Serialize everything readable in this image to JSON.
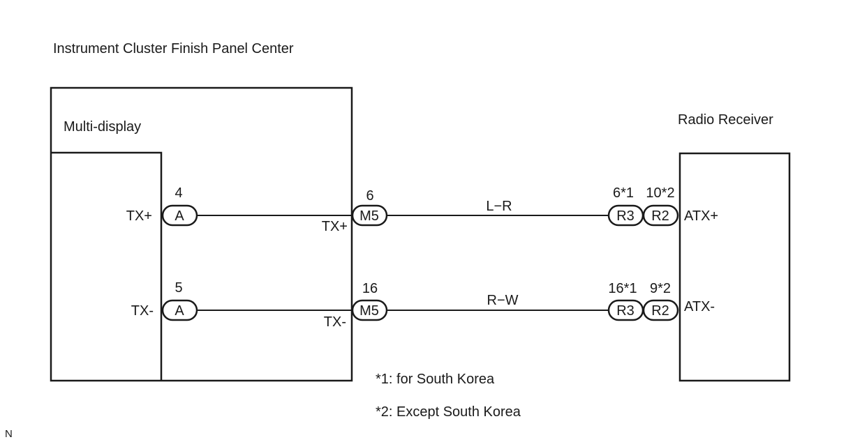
{
  "diagram": {
    "panel_title": "Instrument Cluster Finish Panel Center",
    "multi_display_label": "Multi-display",
    "radio_receiver_label": "Radio Receiver",
    "multi_display_terminals": {
      "tx_plus": "TX+",
      "tx_minus": "TX-"
    },
    "connector_a": {
      "label": "A",
      "pin_tx_plus": "4",
      "pin_tx_minus": "5"
    },
    "panel_terminals": {
      "tx_plus": "TX+",
      "tx_minus": "TX-"
    },
    "connector_m5": {
      "label": "M5",
      "pin_tx_plus": "6",
      "pin_tx_minus": "16"
    },
    "wires": {
      "upper_color": "L−R",
      "lower_color": "R−W"
    },
    "connector_r3": {
      "label": "R3",
      "pin_upper": "6*1",
      "pin_lower": "16*1"
    },
    "connector_r2": {
      "label": "R2",
      "pin_upper": "10*2",
      "pin_lower": "9*2"
    },
    "radio_terminals": {
      "atx_plus": "ATX+",
      "atx_minus": "ATX-"
    },
    "notes": {
      "note1": "*1: for South Korea",
      "note2": "*2: Except South Korea"
    },
    "corner_mark": "N"
  }
}
